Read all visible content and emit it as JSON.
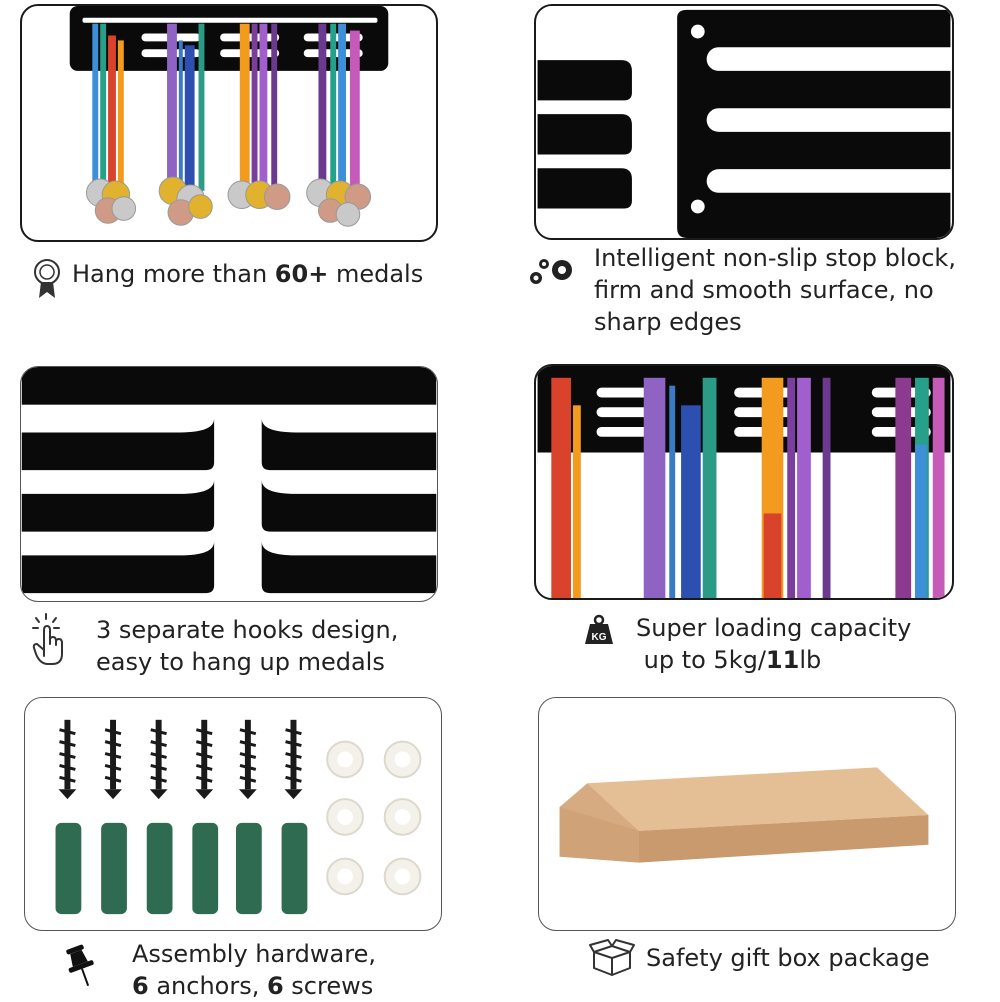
{
  "colors": {
    "rack": "#0a0a0a",
    "gold": "#e0b22e",
    "silver": "#c9c9c9",
    "bronze": "#cf9a86",
    "anchor": "#2f6b50",
    "spacer": "#f3f1ea",
    "box": "#d7ab82"
  },
  "features": [
    {
      "icon": "medal-icon",
      "lines": [
        {
          "pre": "Hang more than ",
          "bold": "60+",
          "post": " medals"
        }
      ]
    },
    {
      "icon": "gears-icon",
      "lines": [
        {
          "pre": "Intelligent non-slip stop block,",
          "bold": "",
          "post": ""
        },
        {
          "pre": "firm and smooth surface, no",
          "bold": "",
          "post": ""
        },
        {
          "pre": "sharp edges",
          "bold": "",
          "post": ""
        }
      ]
    },
    {
      "icon": "tap-hand-icon",
      "lines": [
        {
          "pre": "3 separate hooks design,",
          "bold": "",
          "post": ""
        },
        {
          "pre": "easy to hang up medals",
          "bold": "",
          "post": ""
        }
      ]
    },
    {
      "icon": "kg-weight-icon",
      "weight_label": "KG",
      "lines": [
        {
          "pre": "Super loading capacity",
          "bold": "",
          "post": ""
        },
        {
          "pre": " up to 5kg/",
          "bold": "11",
          "post": "lb"
        }
      ]
    },
    {
      "icon": "pushpin-icon",
      "lines": [
        {
          "pre": "Assembly hardware,",
          "bold": "",
          "post": ""
        },
        {
          "bold_first": "6",
          "pre": " anchors, ",
          "bold": "6",
          "post": " screws"
        }
      ]
    },
    {
      "icon": "gift-box-icon",
      "lines": [
        {
          "pre": "Safety gift box package",
          "bold": "",
          "post": ""
        }
      ]
    }
  ]
}
